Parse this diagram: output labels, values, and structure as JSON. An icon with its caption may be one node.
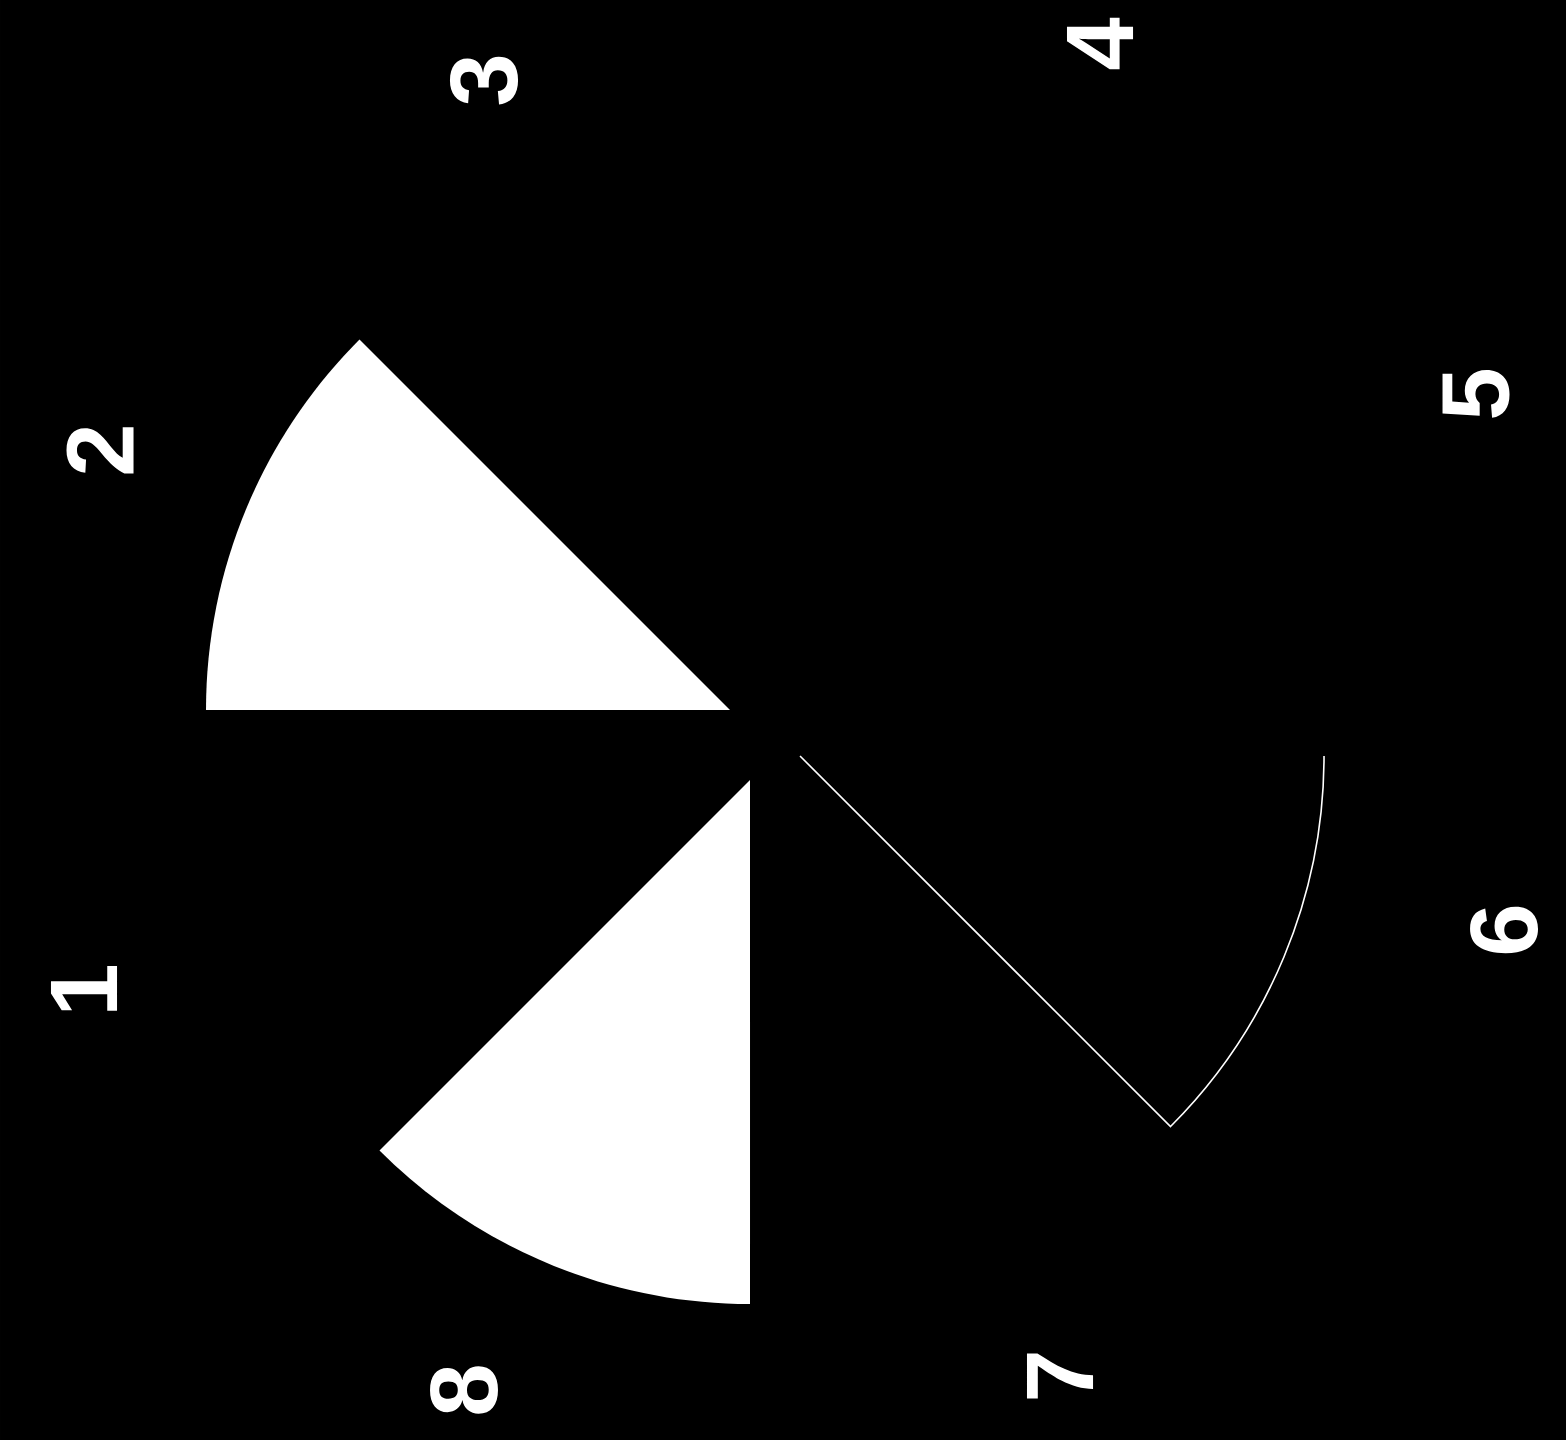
{
  "diagram": {
    "labels": [
      "1",
      "2",
      "3",
      "4",
      "5",
      "6",
      "7",
      "8"
    ]
  }
}
